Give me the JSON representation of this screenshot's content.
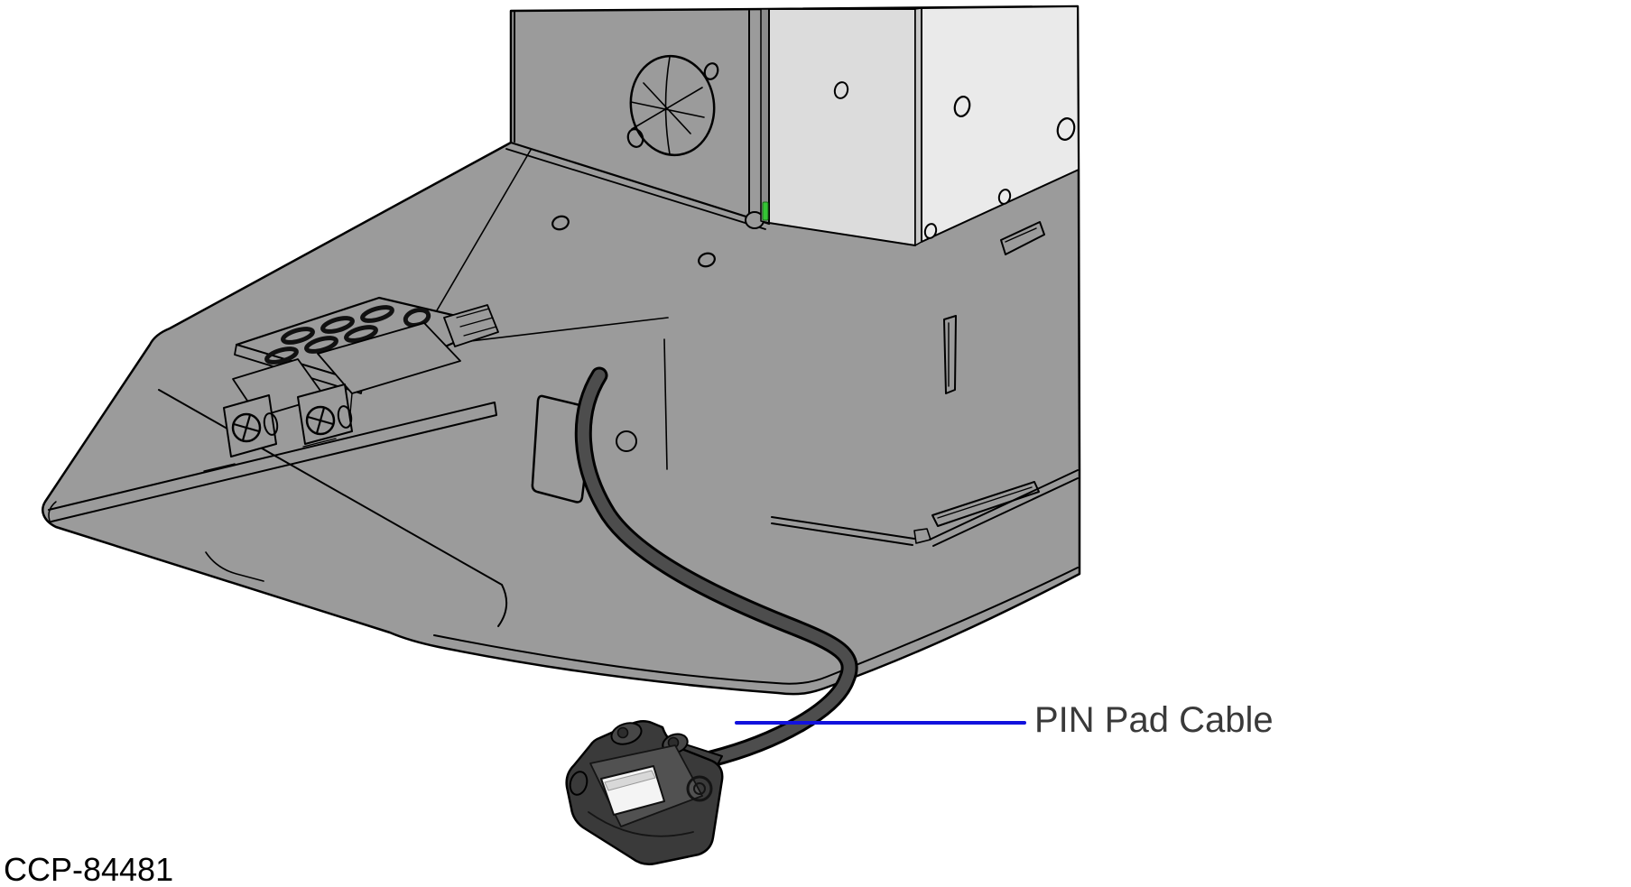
{
  "figure": {
    "type": "technical-illustration",
    "description": "Kiosk pedestal base viewed from the front-left: a tower enclosure on a floor base plate with an angled mount shelf and bracket; a PIN pad cable is routed from a cutout under the shelf down to a PIN pad connector bracket resting in front of the base.",
    "part_number": "CCP-84481",
    "callout": {
      "label": "PIN Pad Cable",
      "leader_color": "#1212dd"
    }
  },
  "labels": {
    "callout": "PIN Pad Cable",
    "part_number": "CCP-84481"
  },
  "colors": {
    "background": "#ffffff",
    "body_gray": "#9b9b9b",
    "enclosure_front": "#dcdcdc",
    "enclosure_side": "#eaeaea",
    "outline": "#000000",
    "cable": "#4d4d4d",
    "connector": "#3a3a3a",
    "port_face": "#f4f4f4",
    "leader_line": "#1212dd",
    "accent_green": "#35c435",
    "callout_text": "#3a3a3a",
    "part_number_text": "#000000"
  },
  "components": [
    "tower-enclosure",
    "white-enclosure-head",
    "grommet-hole",
    "mount-shelf",
    "vesa-mount-bracket",
    "phillips-screws",
    "cable-cutout",
    "base-plate",
    "pin-pad-cable",
    "pin-pad-connector"
  ]
}
